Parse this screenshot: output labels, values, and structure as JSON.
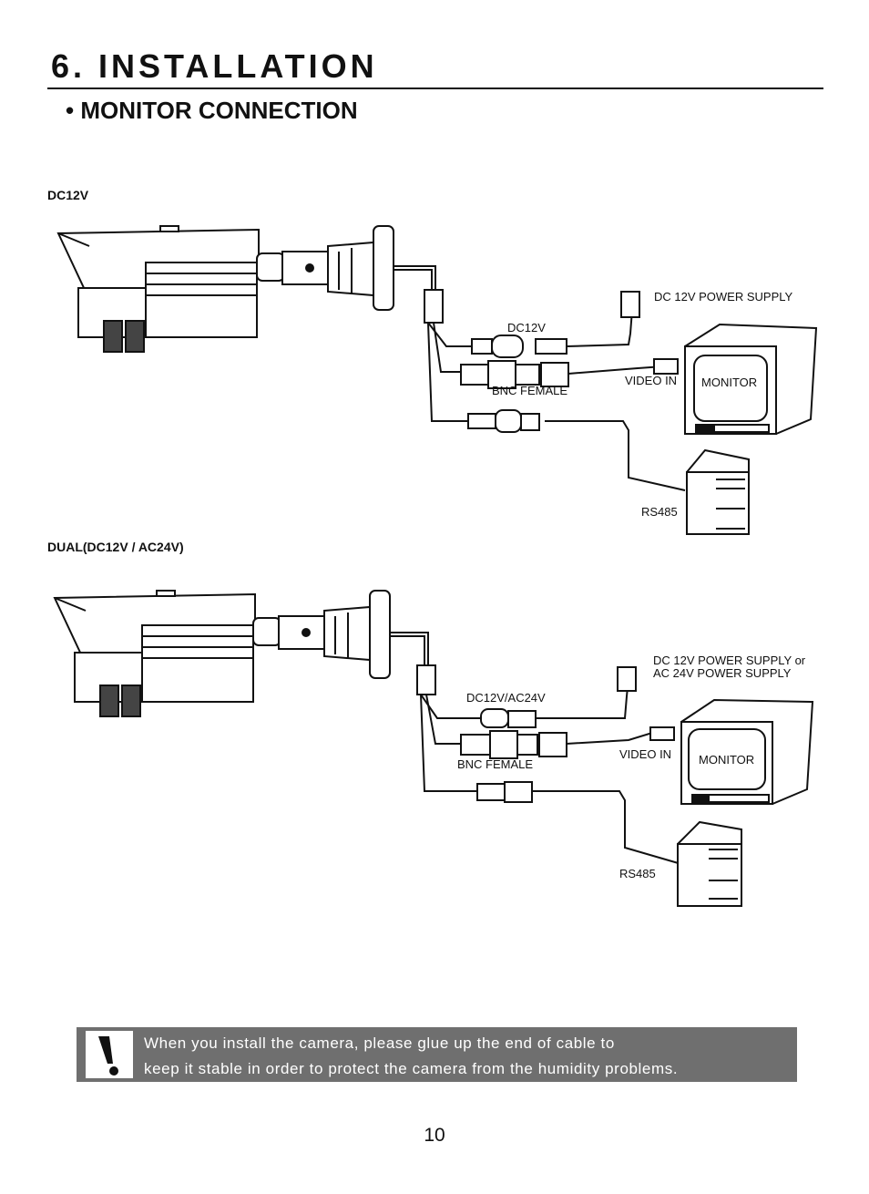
{
  "page": {
    "title": "6. INSTALLATION",
    "subtitle": "• MONITOR CONNECTION",
    "page_number": "10"
  },
  "diagram_top": {
    "section_label": "DC12V",
    "labels": {
      "power_supply": "DC 12V POWER SUPPLY",
      "power_plug": "DC12V",
      "bnc": "BNC FEMALE",
      "video_in": "VIDEO IN",
      "monitor": "MONITOR",
      "rs485": "RS485"
    }
  },
  "diagram_bottom": {
    "section_label": "DUAL(DC12V /  AC24V)",
    "labels": {
      "power_supply_line1": "DC 12V POWER SUPPLY or",
      "power_supply_line2": "AC 24V POWER SUPPLY",
      "power_plug": "DC12V/AC24V",
      "bnc": "BNC FEMALE",
      "video_in": "VIDEO IN",
      "monitor": "MONITOR",
      "rs485": "RS485"
    }
  },
  "notice": {
    "icon": "exclamation-icon",
    "line1": "When you install the camera, please glue up the end of cable to",
    "line2": "keep it stable in order to protect the camera from the humidity problems."
  }
}
